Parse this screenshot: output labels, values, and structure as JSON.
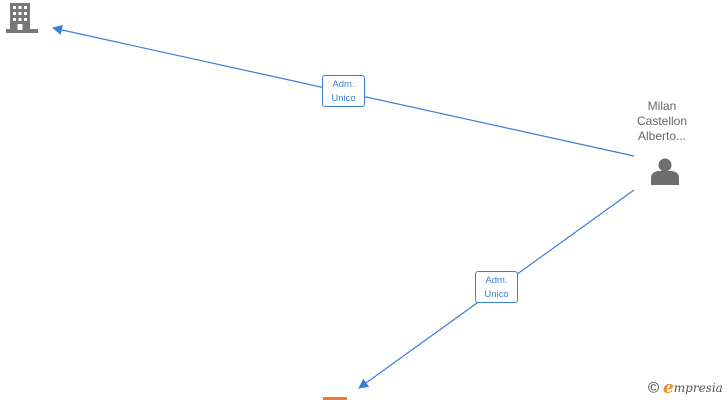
{
  "nodes": {
    "company_top": {
      "icon": "building-icon",
      "color": "#777777"
    },
    "person": {
      "icon": "person-icon",
      "color": "#6e6e6e",
      "label_lines": [
        "Milan",
        "Castellon",
        "Alberto..."
      ]
    },
    "company_bottom": {
      "icon": "building-icon",
      "color": "#f07a3a"
    }
  },
  "edges": [
    {
      "from": "person",
      "to": "company_top",
      "label_lines": [
        "Adm.",
        "Unico"
      ]
    },
    {
      "from": "person",
      "to": "company_bottom",
      "label_lines": [
        "Adm.",
        "Unico"
      ]
    }
  ],
  "edge_color": "#3a7ed6",
  "watermark": {
    "symbol": "©",
    "brand_initial": "e",
    "brand_rest": "mpresia"
  }
}
